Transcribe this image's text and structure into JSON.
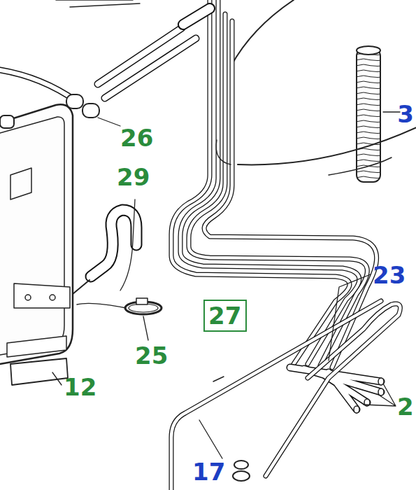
{
  "diagram": {
    "nodes": [
      {
        "text": [
          "27"
        ]
      }
    ],
    "labels": [
      "26",
      "29",
      "25",
      "12",
      "23",
      "17",
      "3",
      "2"
    ]
  }
}
